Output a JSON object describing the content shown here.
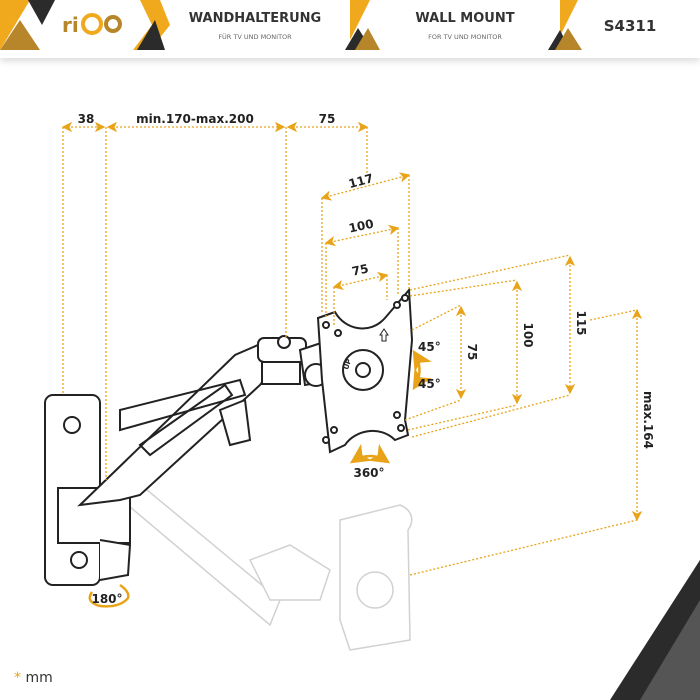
{
  "header": {
    "brand": "ricoo",
    "title_de": "WANDHALTERUNG",
    "subtitle_de": "FÜR TV UND MONITOR",
    "title_en": "WALL MOUNT",
    "subtitle_en": "FOR TV UND MONITOR",
    "model": "S4311"
  },
  "dimensions": {
    "wall_depth": "38",
    "arm_extension": "min.170-max.200",
    "head_offset": "75",
    "vesa_width_outer": "117",
    "vesa_width_100": "100",
    "vesa_width_75": "75",
    "vesa_height_75": "75",
    "vesa_height_100": "100",
    "vesa_height_outer": "115",
    "height_travel": "max.164"
  },
  "rotations": {
    "tilt_up": "45°",
    "tilt_down": "45°",
    "rotate": "360°",
    "swivel": "180°"
  },
  "plate_label": "UP",
  "footnote": {
    "star": "*",
    "unit": "mm"
  },
  "colors": {
    "accent": "#e8a319",
    "dark": "#2b2b2b",
    "gold": "#b8862a"
  }
}
